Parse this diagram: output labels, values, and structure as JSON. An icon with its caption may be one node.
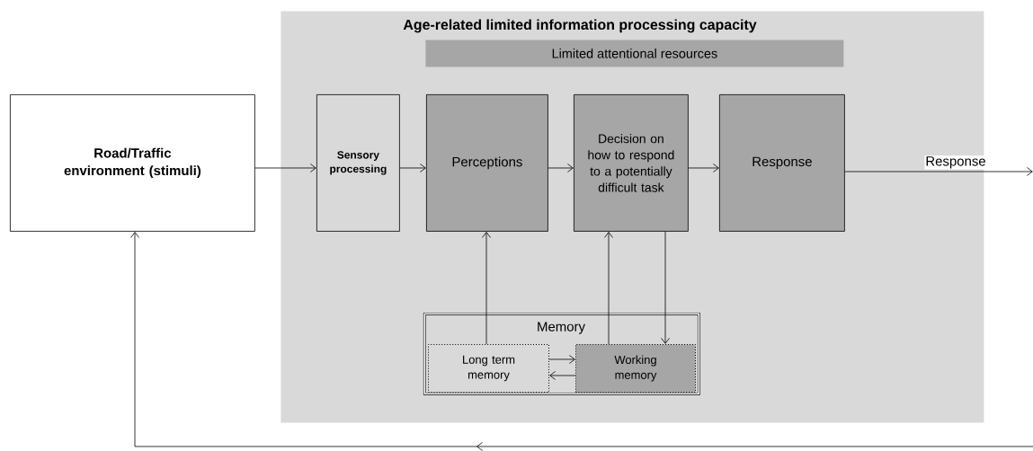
{
  "diagram": {
    "nodes": [
      {
        "text": [
          "Age-related limited information processing capacity"
        ]
      },
      {
        "text": [
          "Limited attentional resources"
        ],
        "in": 0
      },
      {
        "text": [
          "Road/Traffic environment (stimuli)"
        ]
      },
      {
        "text": [
          "Sensory processing"
        ],
        "in": 0
      },
      {
        "text": [
          "Perceptions"
        ],
        "in": 0
      },
      {
        "text": [
          "Decision on how to respond to a potentially difficult task"
        ],
        "in": 0
      },
      {
        "text": [
          "Response"
        ],
        "in": 0
      },
      {
        "text": [
          "Memory"
        ],
        "in": 0
      },
      {
        "text": [
          "Long term memory"
        ],
        "in": 7
      },
      {
        "text": [
          "Working memory"
        ],
        "in": 7
      }
    ],
    "edges": [
      {
        "from": 2,
        "to": 3,
        "arrow": "to"
      },
      {
        "from": 3,
        "to": 4,
        "arrow": "to"
      },
      {
        "from": 4,
        "to": 5,
        "arrow": "to"
      },
      {
        "from": 5,
        "to": 6,
        "arrow": "to"
      },
      {
        "from": 6,
        "to": null,
        "arrow": "to",
        "label": "Response"
      },
      {
        "from": 8,
        "to": 4,
        "arrow": "to"
      },
      {
        "from": 9,
        "to": 5,
        "arrow": "to"
      },
      {
        "from": 5,
        "to": 9,
        "arrow": "to"
      },
      {
        "from": 8,
        "to": 9,
        "arrow": "to"
      },
      {
        "from": 9,
        "to": 8,
        "arrow": "to"
      },
      {
        "from": null,
        "to": 2,
        "arrow": "to"
      }
    ]
  }
}
